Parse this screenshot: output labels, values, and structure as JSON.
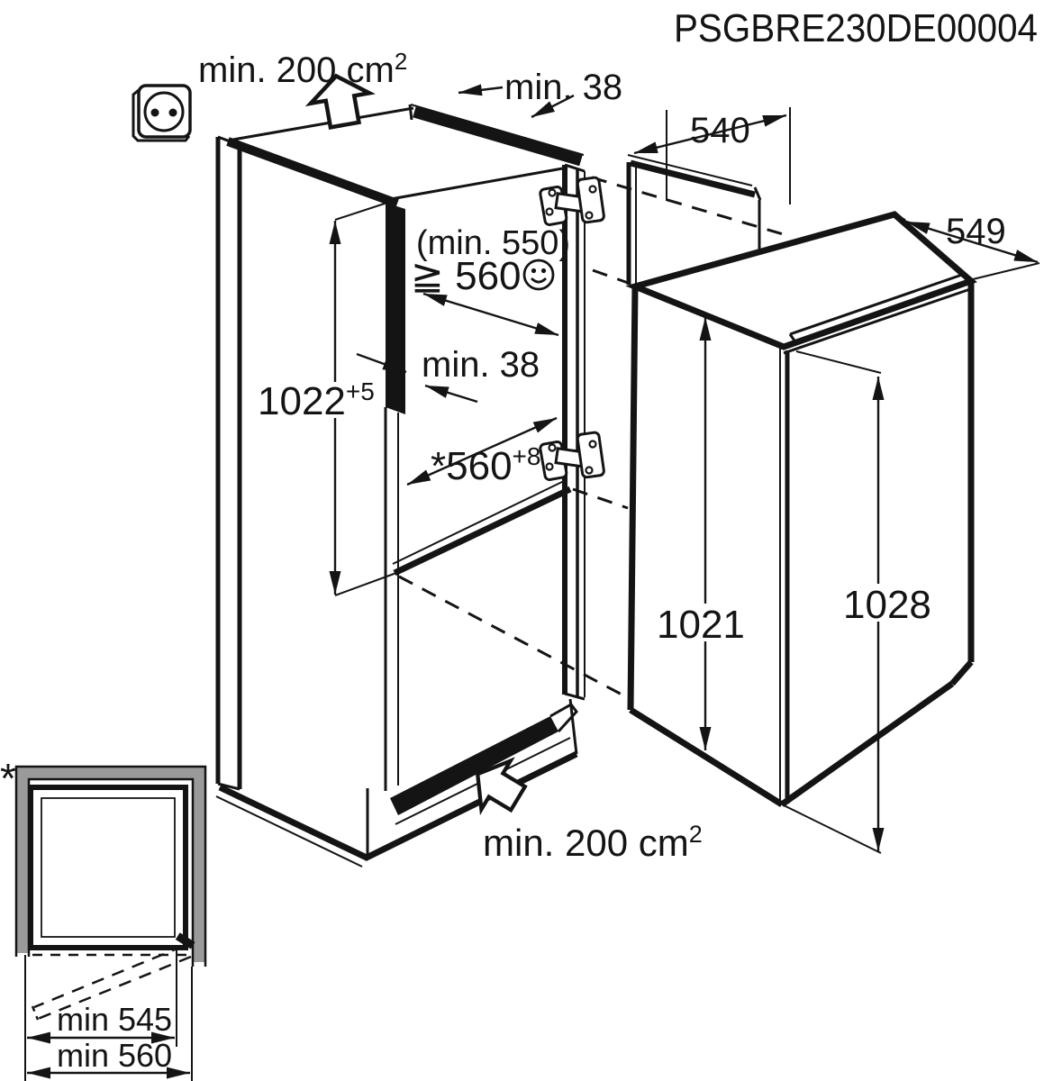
{
  "header": {
    "product_code": "PSGBRE230DE00004"
  },
  "main_drawing": {
    "ventilation_top": {
      "text": "min. 200 cm",
      "sup": "2"
    },
    "ventilation_bottom": {
      "text": "min. 200 cm",
      "sup": "2"
    },
    "top_clearance": {
      "text": "min. 38"
    },
    "side_clearance": {
      "text": "min. 38"
    },
    "niche_width_top": {
      "text": "540"
    },
    "appliance_depth": {
      "text": "549"
    },
    "niche_depth_alt": {
      "text": "(min. 550)"
    },
    "niche_depth": {
      "text": "≧ 560"
    },
    "niche_height": {
      "text": "1022",
      "sup": "+5"
    },
    "niche_width": {
      "text": "*560",
      "sup": "+8"
    },
    "door_height": {
      "text": "1021"
    },
    "appliance_height": {
      "text": "1028"
    }
  },
  "inset": {
    "marker": "*",
    "min_width_inner": "min 545",
    "min_width_outer": "min 560"
  },
  "colors": {
    "ink": "#141414",
    "cabinet_gray": "#9a9a9a",
    "background": "#ffffff"
  }
}
